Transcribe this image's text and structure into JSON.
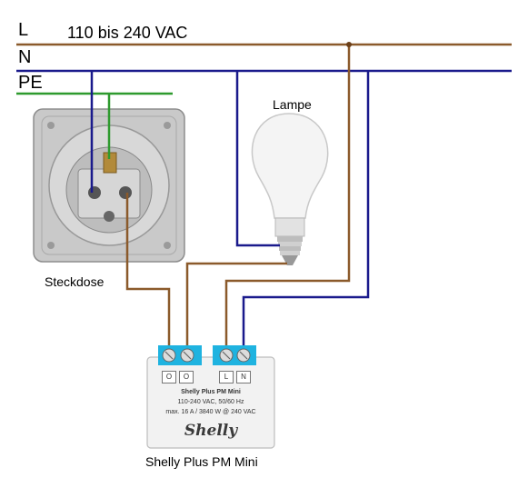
{
  "supply": {
    "line_label": "L",
    "neutral_label": "N",
    "earth_label": "PE",
    "voltage_label": "110 bis 240 VAC"
  },
  "components": {
    "lamp_label": "Lampe",
    "socket_label": "Steckdose",
    "module_label": "Shelly Plus PM Mini"
  },
  "module": {
    "name": "Shelly Plus PM Mini",
    "spec_line1": "110-240 VAC, 50/60 Hz",
    "spec_line2": "max. 16 A / 3840 W @ 240 VAC",
    "logo": "Shelly",
    "terminals": [
      "O",
      "O",
      "L",
      "N"
    ]
  },
  "colors": {
    "line": "#8b5a2b",
    "neutral": "#1a1a8c",
    "earth": "#2e9a2e",
    "terminal_block": "#1fb3e0"
  }
}
